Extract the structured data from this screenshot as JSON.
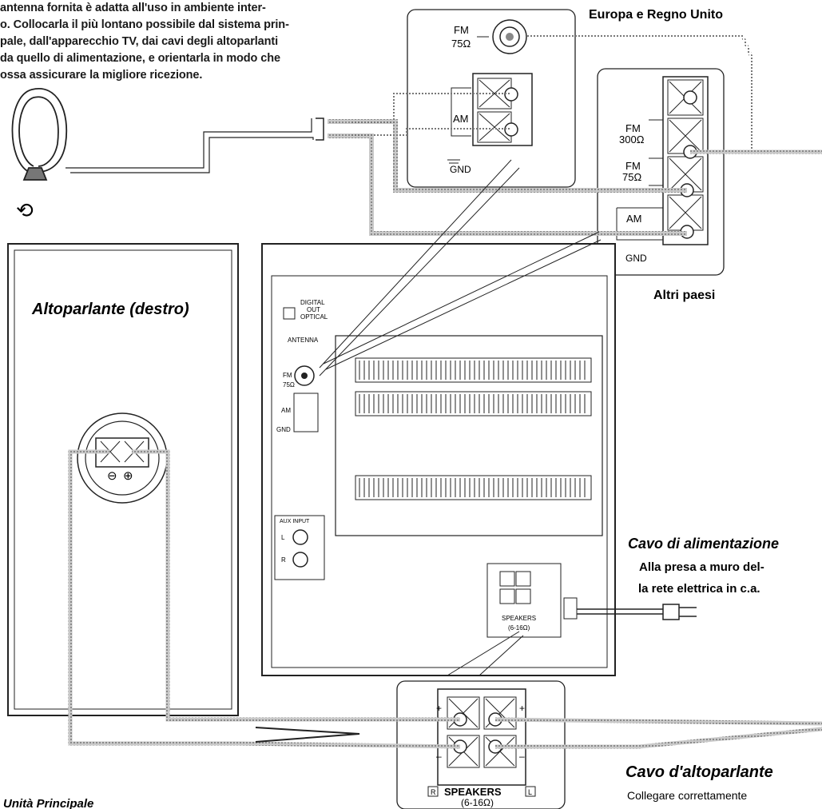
{
  "intro": {
    "lines": [
      "antenna fornita è adatta all'uso in ambiente inter-",
      "o. Collocarla il più lontano possibile dal sistema prin-",
      "pale, dall'apparecchio TV, dai cavi degli altoparlanti",
      "da quello di alimentazione, e orientarla in modo che",
      "ossa assicurare la migliore ricezione."
    ]
  },
  "regions": {
    "europe": "Europa e Regno Unito",
    "other": "Altri paesi"
  },
  "terminals": {
    "fm": "FM",
    "fm_75": "75Ω",
    "fm_300": "300Ω",
    "am": "AM",
    "gnd": "GND"
  },
  "speaker_right": "Altoparlante (destro)",
  "speaker_polarity": {
    "minus": "⊖",
    "plus": "⊕"
  },
  "main_unit": {
    "digital_out": [
      "DIGITAL",
      "OUT",
      "OPTICAL"
    ],
    "antenna": "ANTENNA",
    "fm": "FM",
    "fm_75": "75Ω",
    "am": "AM",
    "gnd": "GND",
    "aux_input": "AUX INPUT",
    "aux_l": "L",
    "aux_r": "R",
    "speakers": "SPEAKERS",
    "impedance": "(6-16Ω)"
  },
  "speakers_panel": {
    "r": "R",
    "l": "L",
    "label": "SPEAKERS",
    "impedance": "(6-16Ω)",
    "plus": "+",
    "minus": "–"
  },
  "power_cord": {
    "title": "Cavo di alimentazione",
    "line1": "Alla presa a muro del-",
    "line2": "la rete elettrica in c.a."
  },
  "speaker_cable": {
    "title": "Cavo d'altoparlante",
    "note": "Collegare correttamente"
  },
  "footer_partial": "Unità Principale"
}
